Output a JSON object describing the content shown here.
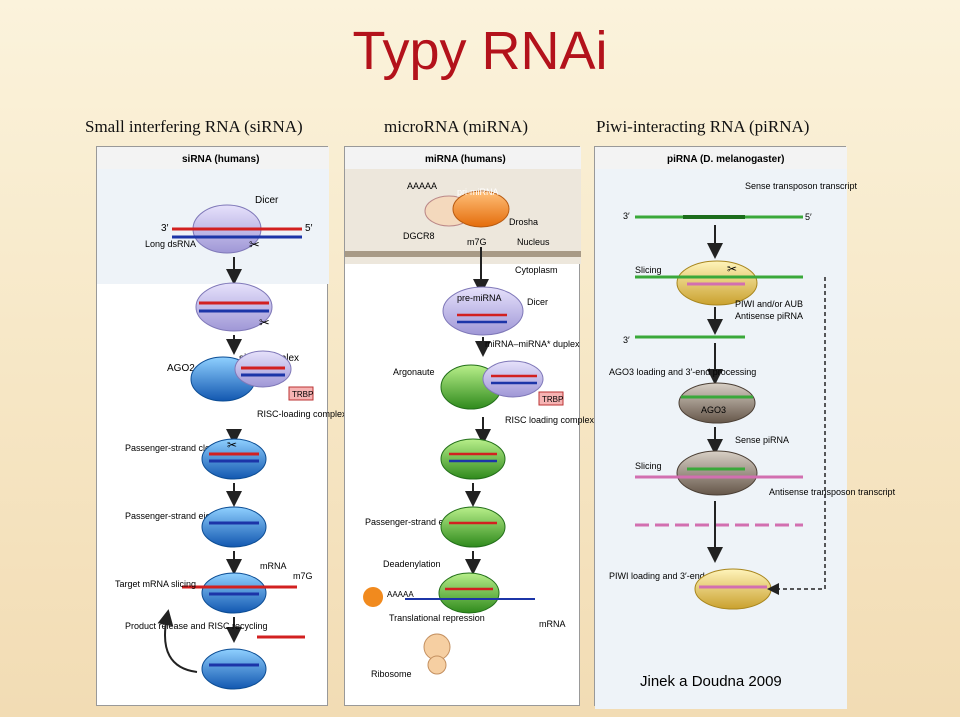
{
  "title": "Typy RNAi",
  "headers": [
    "Small interfering RNA (siRNA)",
    "microRNA (miRNA)",
    "Piwi-interacting RNA (piRNA)"
  ],
  "credit": "Jinek a Doudna 2009",
  "colors": {
    "title": "#b3121b",
    "dicer": "#c9c3ea",
    "ago": "#2b88d8",
    "mirna_ago": "#4fae2e",
    "orange": "#f18a1e",
    "piwi": "#e7c35a",
    "ago3": "#8a7a6a",
    "red": "#d22020",
    "blue": "#1c35a8",
    "green": "#3aa83a",
    "pink": "#d26fb0"
  },
  "sirna": {
    "title": "siRNA (humans)",
    "dicer": "Dicer",
    "three_prime": "3′",
    "five_prime": "5′",
    "long_dsrna": "Long dsRNA",
    "ago2": "AGO2",
    "sirna_duplex": "siRNA duplex",
    "trbp": "TRBP",
    "risc": "RISC-loading complex",
    "cleavage": "Passenger-strand cleavage",
    "ejection": "Passenger-strand ejection",
    "mrna": "mRNA",
    "m7g": "m7G",
    "target": "Target mRNA slicing",
    "product": "Product release and RISC recycling"
  },
  "mirna": {
    "title": "miRNA (humans)",
    "aaaaa": "AAAAA",
    "pri": "pri-miRNA",
    "drosha": "Drosha",
    "dgcr8": "DGCR8",
    "m7g": "m7G",
    "nucleus": "Nucleus",
    "cytoplasm": "Cytoplasm",
    "pre": "pre-miRNA",
    "dicer": "Dicer",
    "duplex": "miRNA–miRNA* duplex",
    "argonaute": "Argonaute",
    "trbp": "TRBP",
    "risc": "RISC loading complex",
    "ejection": "Passenger-strand ejection",
    "deadenylation": "Deadenylation",
    "aaaaa2": "AAAAA",
    "translational": "Translational repression",
    "mrna": "mRNA",
    "ribosome": "Ribosome"
  },
  "pirna": {
    "title": "piRNA (D. melanogaster)",
    "sense": "Sense transposon transcript",
    "three_prime": "3′",
    "five_prime": "5′",
    "slicing": "Slicing",
    "piwi_aub": "PIWI and/or AUB",
    "antisense_pirna": "Antisense piRNA",
    "ago3_loading": "AGO3 loading and 3′-end processing",
    "ago3": "AGO3",
    "sense_pirna": "Sense piRNA",
    "antisense_transcript": "Antisense transposon transcript",
    "piwi_loading": "PIWI loading and 3′-end processing"
  }
}
